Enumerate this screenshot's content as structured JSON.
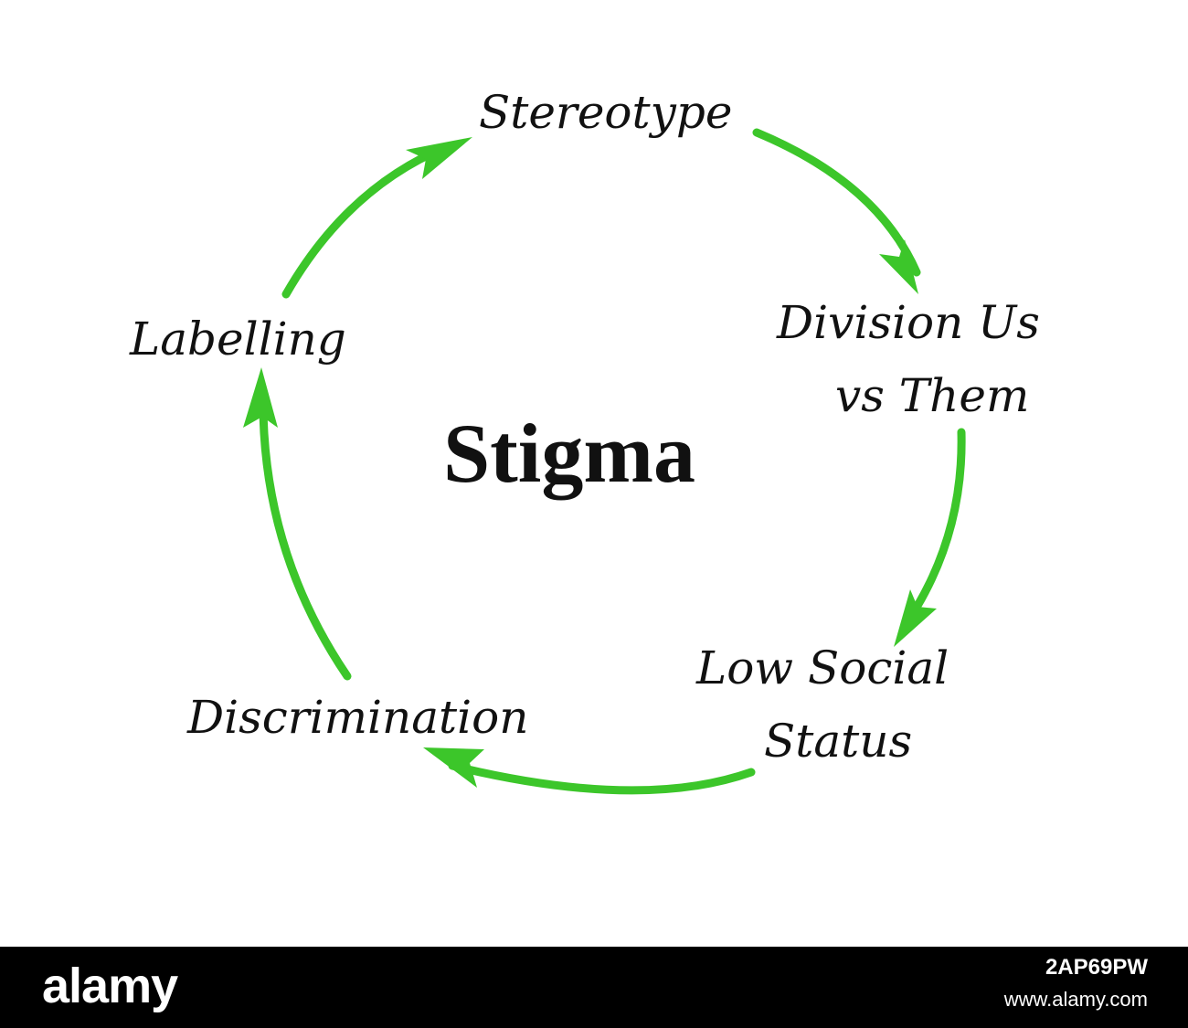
{
  "diagram": {
    "center_label": "Stigma",
    "nodes": {
      "stereotype": "Stereotype",
      "division_line1": "Division Us",
      "division_line2": "vs Them",
      "status_line1": "Low Social",
      "status_line2": "Status",
      "discrimination": "Discrimination",
      "labelling": "Labelling"
    },
    "arrow_color": "#3cc62a",
    "text_color": "#111111"
  },
  "footer": {
    "brand": "alamy",
    "image_code": "2AP69PW",
    "url": "www.alamy.com"
  }
}
